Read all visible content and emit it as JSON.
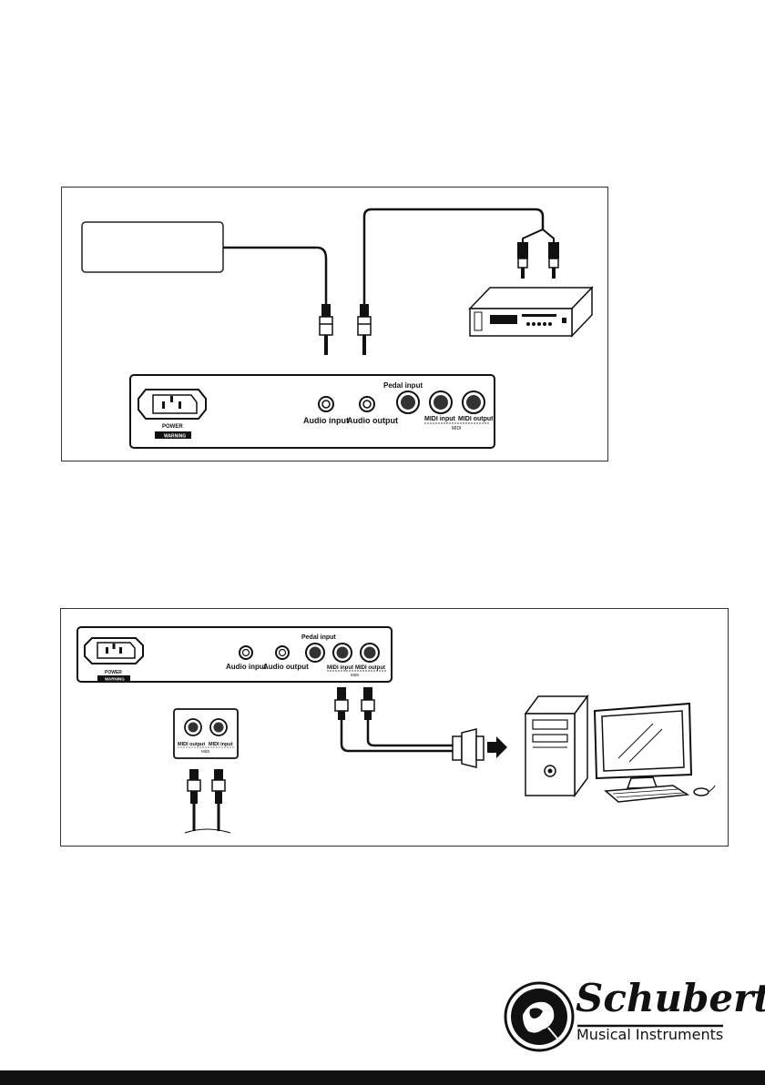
{
  "diagram1": {
    "labels": {
      "power": "POWER",
      "warning": "WARNING",
      "audio_input": "Audio input",
      "audio_output": "Audio output",
      "pedal_input": "Pedal input",
      "midi_input": "MIDI input",
      "midi_output": "MIDI output",
      "midi": "MIDI"
    }
  },
  "diagram2": {
    "labels": {
      "power": "POWER",
      "warning": "WARNING",
      "audio_input": "Audio input",
      "audio_output": "Audio output",
      "pedal_input": "Pedal input",
      "midi_input": "MIDI input",
      "midi_output": "MIDI output",
      "midi": "MIDI",
      "inset_midi_output": "MIDI output",
      "inset_midi_input": "MIDI input",
      "inset_midi": "MIDI"
    }
  },
  "logo": {
    "brand": "Schubert",
    "tagline": "Musical Instruments"
  }
}
